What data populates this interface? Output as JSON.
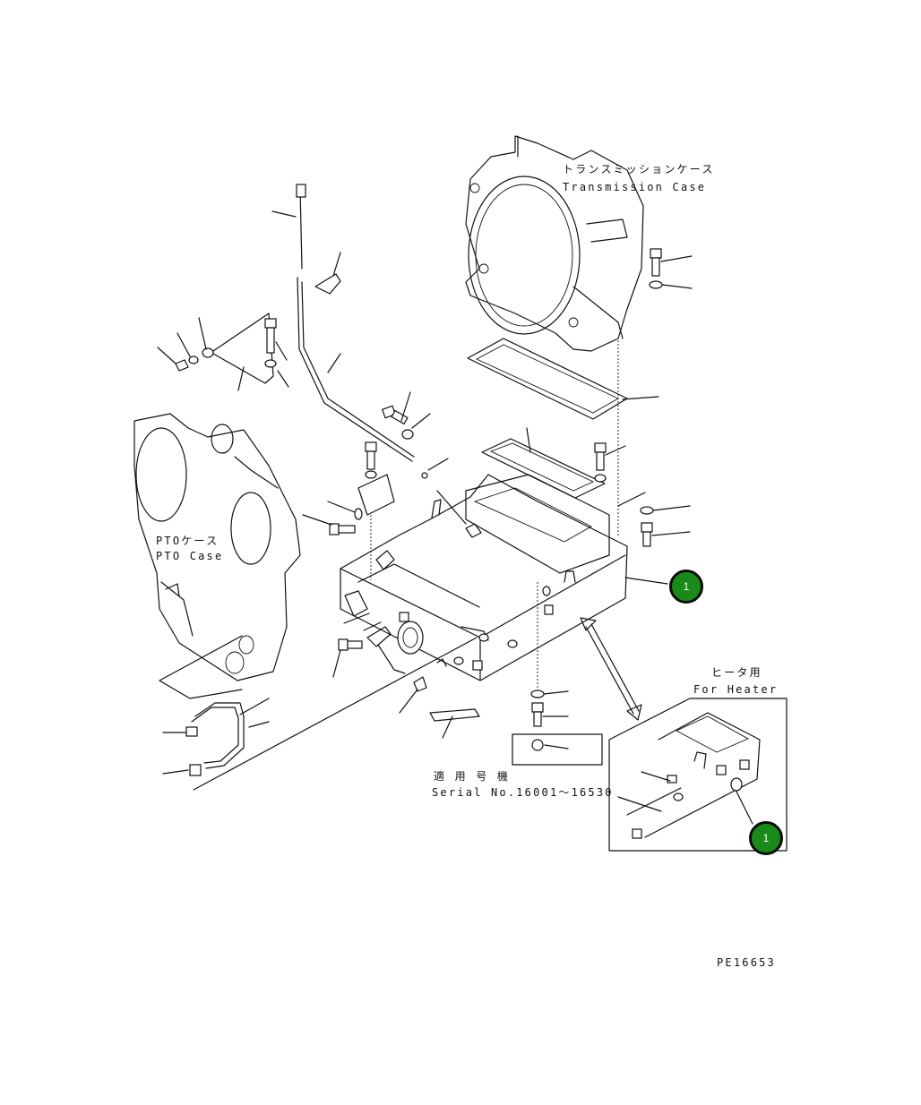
{
  "labels": {
    "transmission_jp": "トランスミッションケース",
    "transmission_en": "Transmission Case",
    "pto_jp": "PTOケース",
    "pto_en": "PTO Case",
    "heater_jp": "ヒータ用",
    "heater_en": "For Heater",
    "serial_jp": "適 用 号 機",
    "serial_en": "Serial No.16001〜16530",
    "figure_code": "PE16653"
  },
  "callouts": {
    "main": "1",
    "heater": "1"
  },
  "colors": {
    "callout_fill": "#1a8a1a",
    "line": "#111111"
  }
}
